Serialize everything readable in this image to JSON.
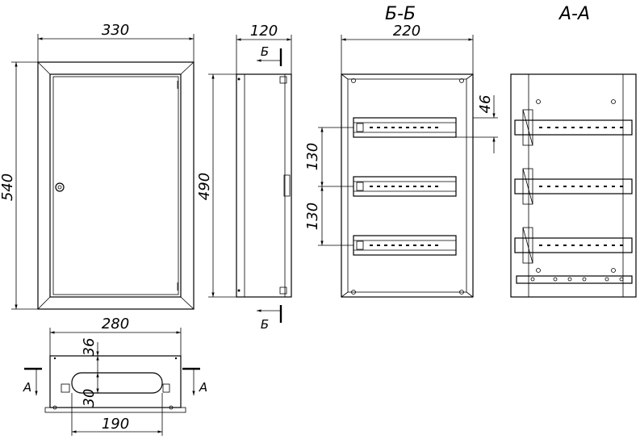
{
  "views": {
    "front": {
      "width": "330",
      "height": "540"
    },
    "side": {
      "depth": "120",
      "height": "490",
      "section_top": "Б",
      "section_bottom": "Б"
    },
    "section_bb": {
      "title": "Б-Б",
      "width": "220",
      "rail_offset": "46",
      "rail_pitch_1": "130",
      "rail_pitch_2": "130"
    },
    "section_aa": {
      "title": "А-А"
    },
    "bottom": {
      "width": "280",
      "slot_offset": "36",
      "slot_height": "30",
      "slot_width": "190",
      "section_left": "А",
      "section_right": "А"
    }
  }
}
